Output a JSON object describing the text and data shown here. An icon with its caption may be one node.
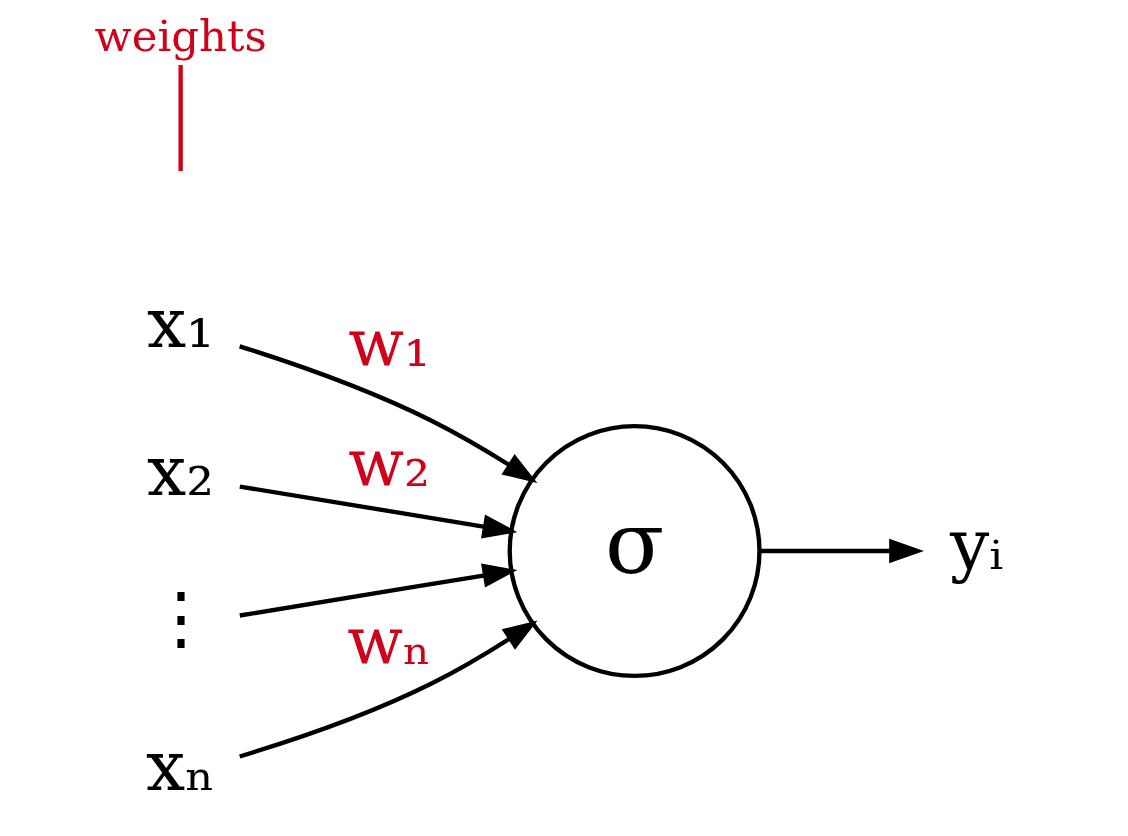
{
  "diagram": {
    "nodes": [
      {
        "text": [
          "weights"
        ]
      },
      {
        "text": [
          "x₁"
        ]
      },
      {
        "text": [
          "x₂"
        ]
      },
      {
        "text": [
          "⋮"
        ]
      },
      {
        "text": [
          "xₙ"
        ]
      },
      {
        "text": [
          "σ"
        ]
      },
      {
        "text": [
          "yᵢ"
        ]
      }
    ],
    "edges": [
      {
        "from": 0,
        "to": null,
        "arrow": "none",
        "color": "#d0021b"
      },
      {
        "from": 1,
        "to": 5,
        "arrow": "to",
        "label": "w₁"
      },
      {
        "from": 2,
        "to": 5,
        "arrow": "to",
        "label": "w₂"
      },
      {
        "from": 3,
        "to": 5,
        "arrow": "to"
      },
      {
        "from": 4,
        "to": 5,
        "arrow": "to",
        "label": "wₙ"
      },
      {
        "from": 5,
        "to": 6,
        "arrow": "to"
      }
    ]
  }
}
